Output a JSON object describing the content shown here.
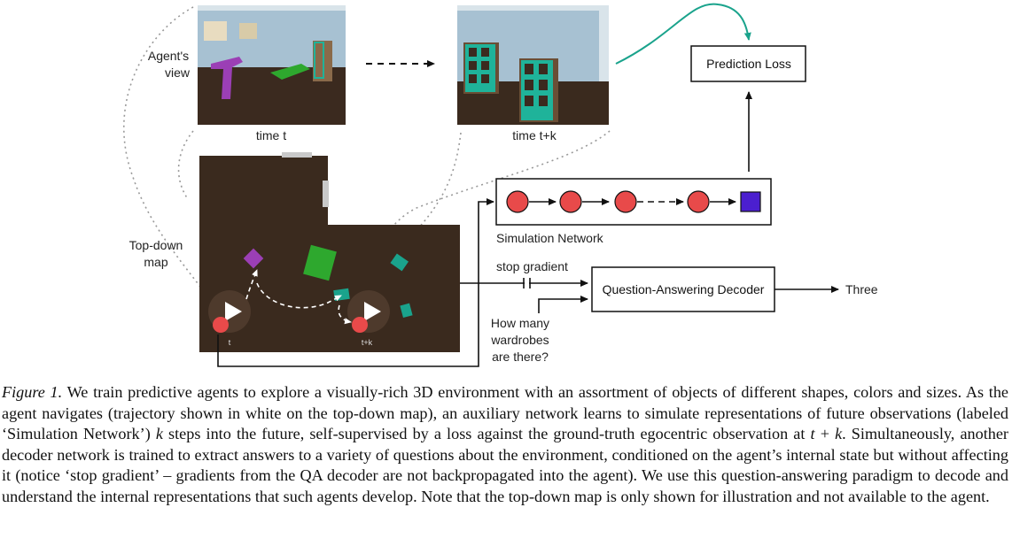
{
  "figure": {
    "agents_view_label": "Agent's view",
    "time_t_label": "time t",
    "time_tk_label": "time t+k",
    "prediction_loss_label": "Prediction Loss",
    "simulation_network_label": "Simulation Network",
    "topdown_map_label": "Top-down map",
    "stop_gradient_label": "stop gradient",
    "qa_decoder_label": "Question-Answering Decoder",
    "answer_label": "Three",
    "question_label": "How many wardrobes are there?",
    "map_marker_t": "t",
    "map_marker_tk": "t+k",
    "colors": {
      "node_red": "#e84a4a",
      "node_square": "#4b1fcf",
      "teal_arrow": "#1aa38c",
      "floor": "#3a2a1e",
      "wall": "#a7c1d2"
    }
  },
  "caption": {
    "label": "Figure 1.",
    "s1": " We train predictive agents to explore a visually-rich 3D environment with an assortment of objects of different shapes, colors and sizes. As the agent navigates (trajectory shown in white on the top-down map), an auxiliary network learns to simulate representations of future observations (labeled ‘Simulation Network’) ",
    "k": "k",
    "s2": " steps into the future, self-supervised by a loss against the ground-truth egocentric observation at ",
    "t1": "t",
    "plus": " + ",
    "k2": "k",
    "s3": ". Simultaneously, another decoder network is trained to extract answers to a variety of questions about the environment, conditioned on the agent’s internal state but without affecting it (notice ‘stop gradient’ – gradients from the QA decoder are not backpropagated into the agent). We use this question-answering paradigm to decode and understand the internal representations that such agents develop. Note that the top-down map is only shown for illustration and not available to the agent."
  }
}
